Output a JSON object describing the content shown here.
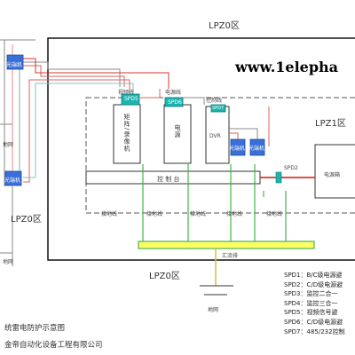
{
  "zones": {
    "outer_top": "LPZ0区",
    "outer_left": "LPZ0区",
    "outer_bottom": "LPZ0区",
    "inner": "LPZ1区"
  },
  "watermark": "www.1elepha",
  "equipment": {
    "matrix": "矩阵/录像机",
    "power": "电源",
    "dvr": "DVR",
    "cam_right_1": "光端机",
    "cam_right_2": "光端机",
    "cam_left_top": "光端机",
    "cam_left_bottom": "光端机",
    "power_box": "电源箱",
    "console": "控 制 台",
    "busbar": "汇流排",
    "earth": "地网"
  },
  "lines": {
    "video": "视频线",
    "power": "电源线",
    "control": "控制线"
  },
  "spd_tags": {
    "spd5": "SPD5",
    "spd6": "SPD6",
    "spd7": "SPD7",
    "spd2": "SPD2"
  },
  "ground_labels": [
    "接地线",
    "接地线",
    "接地线",
    "接地线",
    "接地线"
  ],
  "left_labels": {
    "earth_top": "地网",
    "earth_bottom": "地网"
  },
  "legend": [
    "SPD1：B/C级电源避",
    "SPD2：C/D级电源避",
    "SPD3：监控二合一",
    "SPD4：监控三合一",
    "SPD5：视频信号避",
    "SPD6：C/D级电源避",
    "SPD7：485/232控制"
  ],
  "footer": {
    "title": "统雷电防护示意图",
    "company": "金帝自动化设备工程有限公司"
  },
  "colors": {
    "spd_teal": "#1ab5b0",
    "camera_blue": "#3a6fd8",
    "busbar_yellow": "#ffff66",
    "ground_green": "#46b34a",
    "video_red": "#e74c4c",
    "power_red": "#d9342b"
  }
}
